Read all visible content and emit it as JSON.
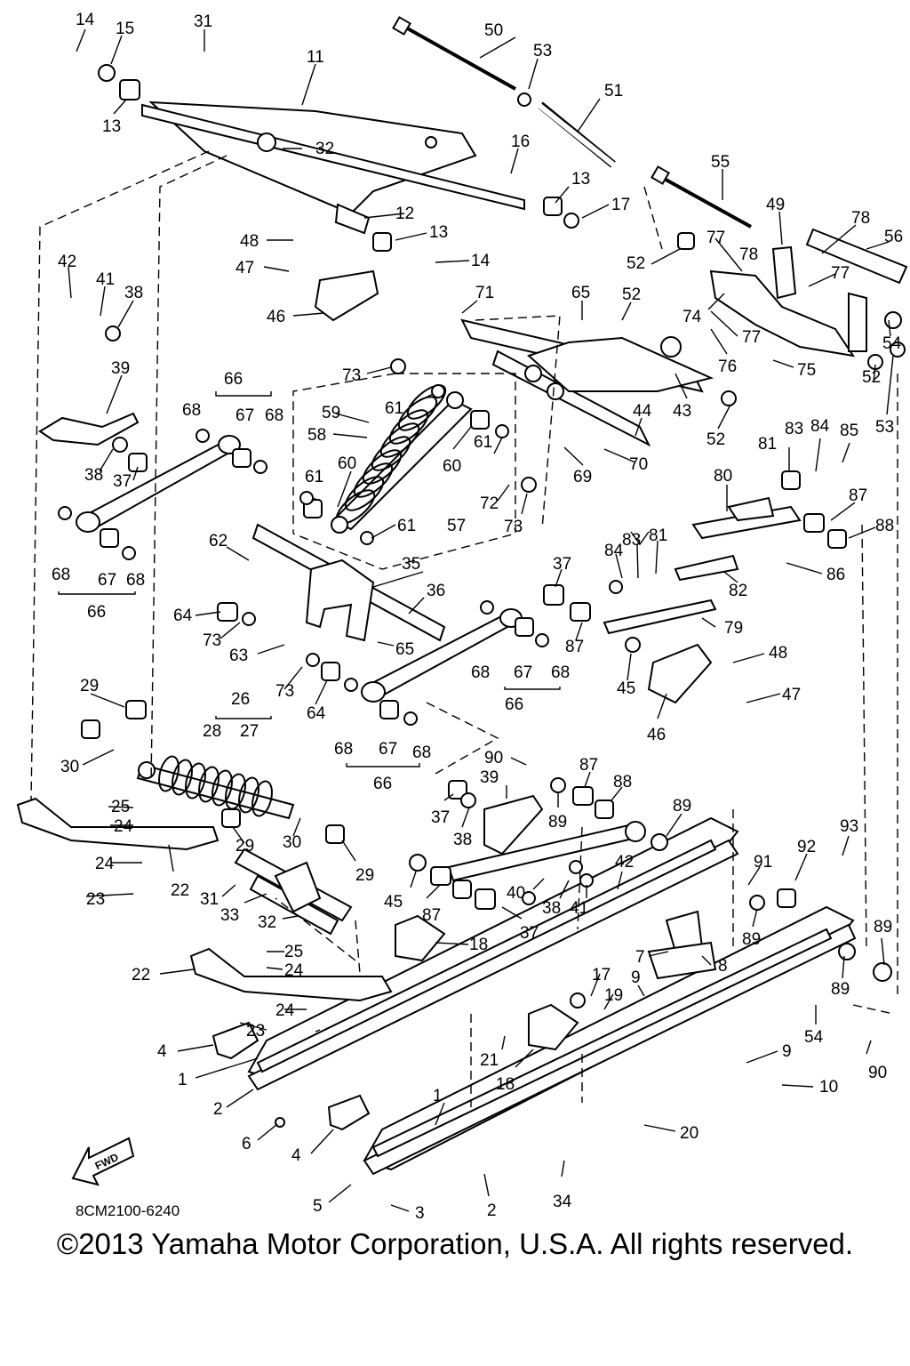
{
  "diagram_code": "8CM2100-6240",
  "copyright": "©2013 Yamaha Motor Corporation, U.S.A. All rights reserved.",
  "fwd_label": "FWD",
  "callouts": {
    "c14a": "14",
    "c15": "15",
    "c31a": "31",
    "c50": "50",
    "c53a": "53",
    "c11": "11",
    "c13a": "13",
    "c32a": "32",
    "c51": "51",
    "c16": "16",
    "c55": "55",
    "c13b": "13",
    "c17a": "17",
    "c12": "12",
    "c13c": "13",
    "c48a": "48",
    "c14b": "14",
    "c47a": "47",
    "c46a": "46",
    "c49": "49",
    "c78a": "78",
    "c56": "56",
    "c77a": "77",
    "c78b": "78",
    "c52a": "52",
    "c77b": "77",
    "c42a": "42",
    "c41a": "41",
    "c38a": "38",
    "c71": "71",
    "c65a": "65",
    "c52b": "52",
    "c74": "74",
    "c77c": "77",
    "c54a": "54",
    "c76": "76",
    "c75": "75",
    "c52c": "52",
    "c53b": "53",
    "c39a": "39",
    "c73a": "73",
    "c61a": "61",
    "c66a": "66",
    "c68a": "68",
    "c67a": "67",
    "c68b": "68",
    "c59": "59",
    "c58": "58",
    "c44": "44",
    "c43": "43",
    "c52d": "52",
    "c60a": "60",
    "c61b": "61",
    "c60b": "60",
    "c69": "69",
    "c70": "70",
    "c38b": "38",
    "c37a": "37",
    "c61c": "61",
    "c72": "72",
    "c81a": "81",
    "c83a": "83",
    "c84a": "84",
    "c85": "85",
    "c80": "80",
    "c87a": "87",
    "c57": "57",
    "c73b": "73",
    "c61d": "61",
    "c88a": "88",
    "c68c": "68",
    "c67b": "67",
    "c68d": "68",
    "c66b": "66",
    "c62": "62",
    "c35": "35",
    "c84b": "84",
    "c83b": "83",
    "c81b": "81",
    "c86": "86",
    "c37b": "37",
    "c82": "82",
    "c36": "36",
    "c64a": "64",
    "c73c": "73",
    "c65b": "65",
    "c79": "79",
    "c63": "63",
    "c68e": "68",
    "c67c": "67",
    "c68f": "68",
    "c66c": "66",
    "c87b": "87",
    "c48b": "48",
    "c45a": "45",
    "c47b": "47",
    "c46b": "46",
    "c29a": "29",
    "c73d": "73",
    "c64b": "64",
    "c26": "26",
    "c28": "28",
    "c27": "27",
    "c68g": "68",
    "c67d": "67",
    "c68h": "68",
    "c66d": "66",
    "c30a": "30",
    "c90a": "90",
    "c87c": "87",
    "c88b": "88",
    "c39b": "39",
    "c25a": "25",
    "c24a": "24",
    "c37c": "37",
    "c38c": "38",
    "c89a": "89",
    "c89b": "89",
    "c24b": "24",
    "c29b": "29",
    "c30b": "30",
    "c29c": "29",
    "c22a": "22",
    "c23a": "23",
    "c31b": "31",
    "c33": "33",
    "c32b": "32",
    "c42b": "42",
    "c40": "40",
    "c38d": "38",
    "c41b": "41",
    "c45b": "45",
    "c87d": "87",
    "c37d": "37",
    "c93": "93",
    "c91": "91",
    "c92": "92",
    "c89c": "89",
    "c18a": "18",
    "c25b": "25",
    "c24c": "24",
    "c22b": "22",
    "c7": "7",
    "c8": "8",
    "c9a": "9",
    "c17b": "17",
    "c19": "19",
    "c89d": "89",
    "c89e": "89",
    "c24d": "24",
    "c23b": "23",
    "c54b": "54",
    "c4a": "4",
    "c21": "21",
    "c18b": "18",
    "c9b": "9",
    "c90b": "90",
    "c1a": "1",
    "c10": "10",
    "c2a": "2",
    "c1b": "1",
    "c20": "20",
    "c6": "6",
    "c4b": "4",
    "c5": "5",
    "c34": "34",
    "c3": "3",
    "c2b": "2"
  }
}
